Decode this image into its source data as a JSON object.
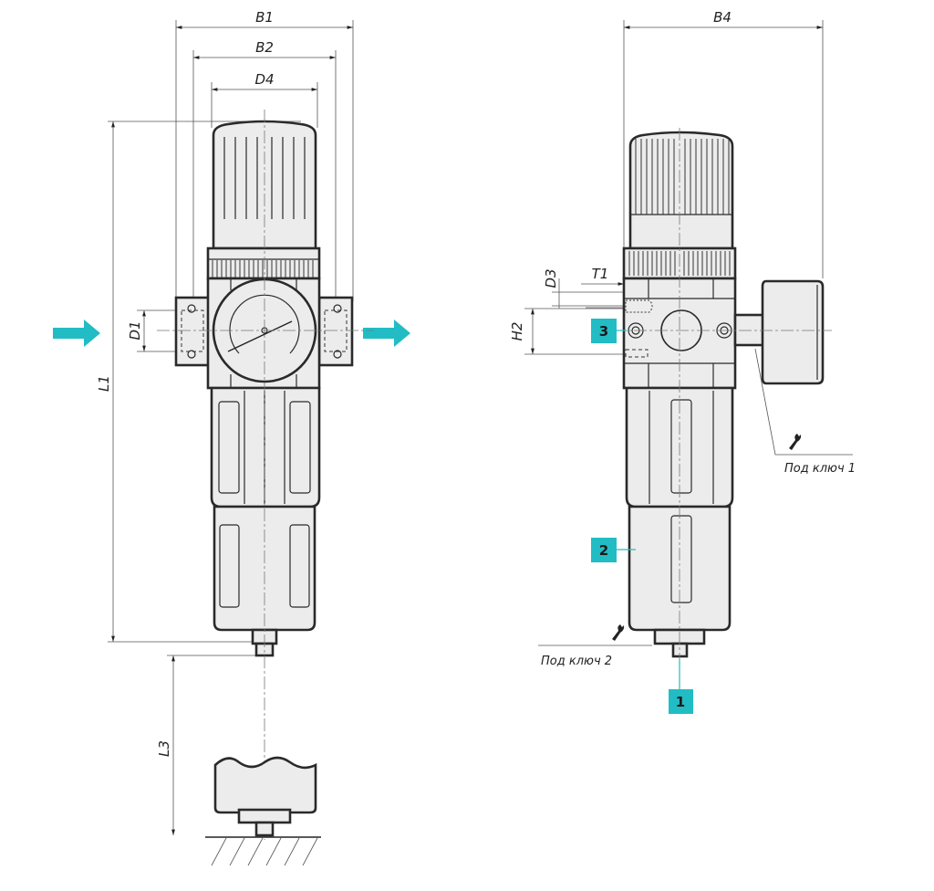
{
  "colors": {
    "accent": "#22bcc4",
    "body": "#ececec",
    "line": "#2a2a2a"
  },
  "dimensions": {
    "B1": "B1",
    "B2": "B2",
    "D4": "D4",
    "D1": "D1",
    "L1": "L1",
    "L3": "L3",
    "B4": "B4",
    "D3": "D3",
    "T1": "T1",
    "H2": "H2"
  },
  "notes": {
    "wrench1": "Под ключ 1",
    "wrench2": "Под ключ 2"
  },
  "callouts": [
    "1",
    "2",
    "3"
  ],
  "icons": [
    "flow-arrow-icon",
    "wrench-icon"
  ]
}
